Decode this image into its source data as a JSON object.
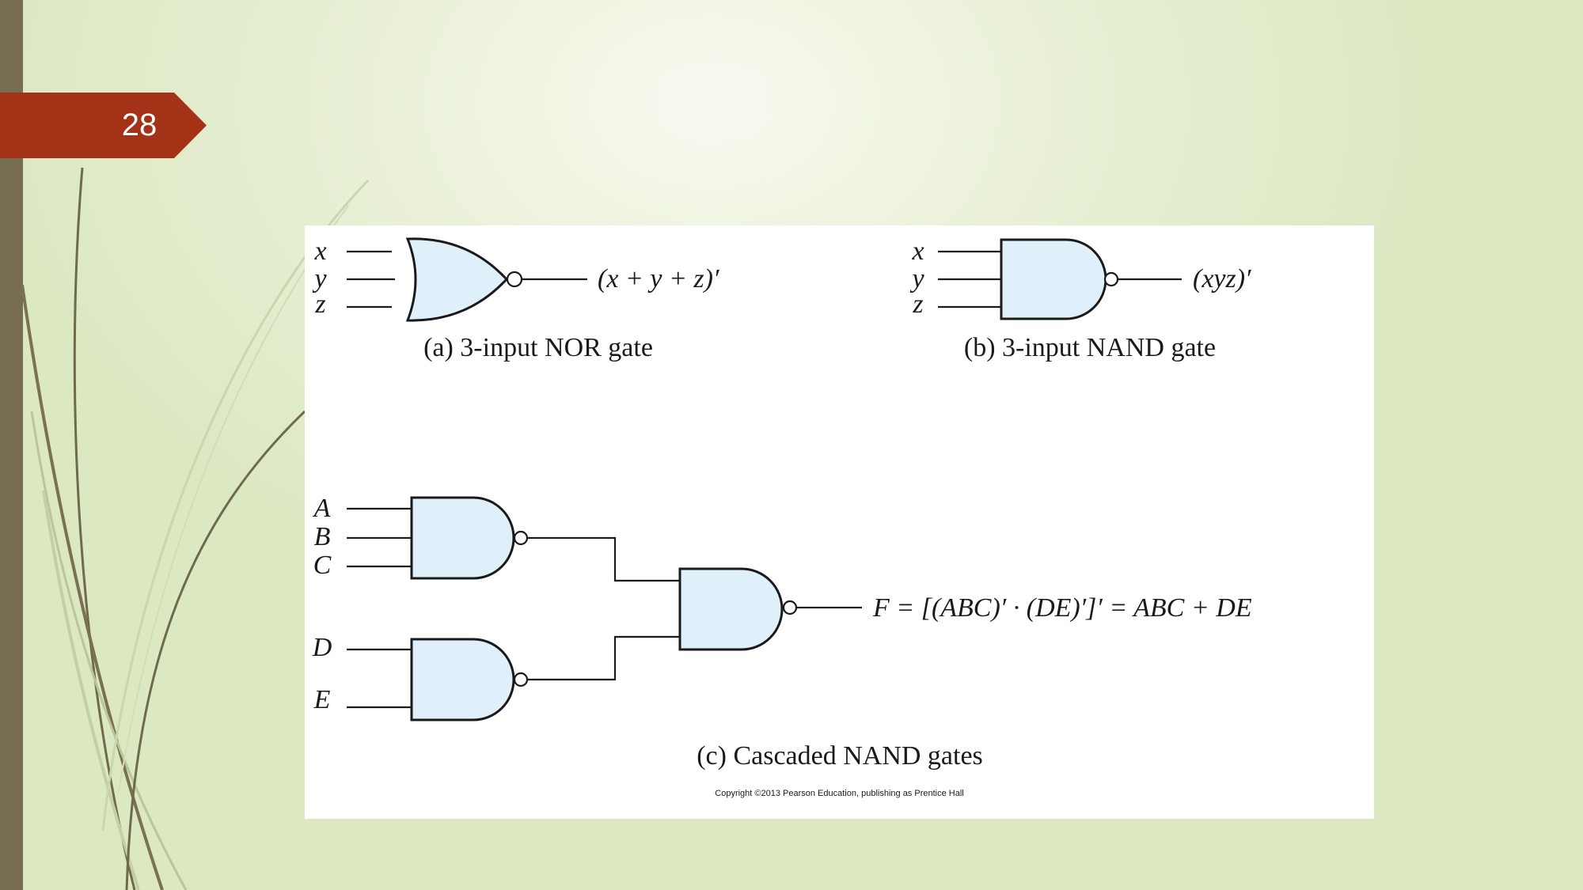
{
  "slide": {
    "number": "28"
  },
  "figure": {
    "nor": {
      "inputs": [
        "x",
        "y",
        "z"
      ],
      "output": "(x + y + z)′",
      "caption": "(a) 3-input NOR gate"
    },
    "nand": {
      "inputs": [
        "x",
        "y",
        "z"
      ],
      "output": "(xyz)′",
      "caption": "(b) 3-input NAND gate"
    },
    "cascade": {
      "inputs": [
        "A",
        "B",
        "C",
        "D",
        "E"
      ],
      "output": "F = [(ABC)′ · (DE)′]′ = ABC + DE",
      "caption": "(c) Cascaded NAND gates"
    },
    "copyright": "Copyright ©2013 Pearson Education, publishing as Prentice Hall"
  },
  "colors": {
    "slide_tag": "#a43216",
    "left_strip": "#766d52",
    "gate_fill": "#dff0fa"
  }
}
